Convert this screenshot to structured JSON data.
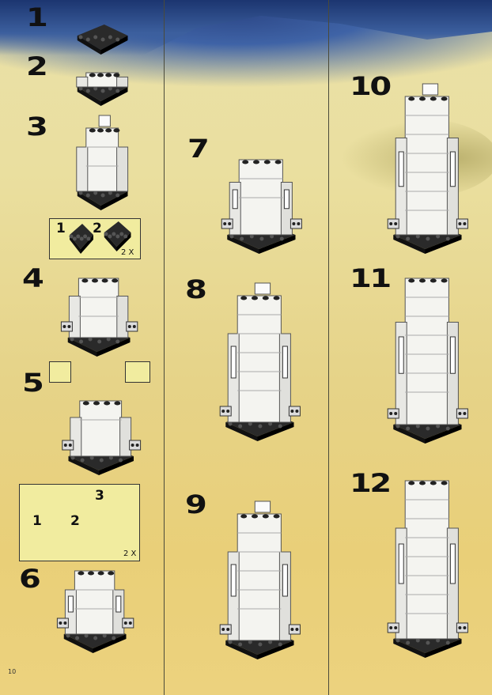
{
  "page_number": "10",
  "steps": [
    {
      "label": "1"
    },
    {
      "label": "2"
    },
    {
      "label": "3"
    },
    {
      "label": "4"
    },
    {
      "label": "5"
    },
    {
      "label": "6"
    },
    {
      "label": "7"
    },
    {
      "label": "8"
    },
    {
      "label": "9"
    },
    {
      "label": "10"
    },
    {
      "label": "11"
    },
    {
      "label": "12"
    }
  ],
  "callouts": {
    "step4": {
      "items": [
        "1",
        "2"
      ],
      "multiplier": "2 X"
    },
    "step6": {
      "items": [
        "1",
        "2",
        "3"
      ],
      "multiplier": "2 X"
    }
  },
  "colors": {
    "brick": "#f4f4f0",
    "plate": "#2a2a2a",
    "stud": "#222222",
    "background": "#e8d88e",
    "sky": "#2e4a8a"
  }
}
